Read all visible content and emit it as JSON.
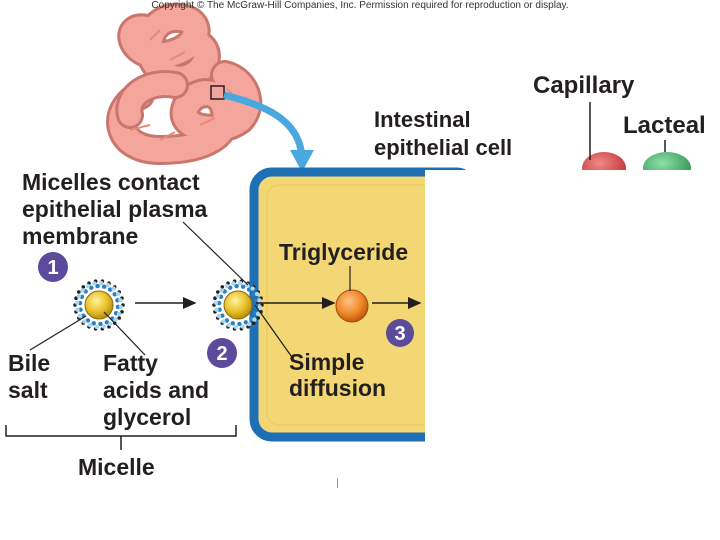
{
  "copyright": "Copyright © The McGraw-Hill Companies, Inc. Permission required for reproduction or display.",
  "labels": {
    "capillary": "Capillary",
    "lacteal": "Lacteal",
    "intestinal_epithelial_cell_line1": "Intestinal",
    "intestinal_epithelial_cell_line2": "epithelial cell",
    "micelles_contact_line1": "Micelles contact",
    "micelles_contact_line2": "epithelial plasma",
    "micelles_contact_line3": "membrane",
    "triglyceride": "Triglyceride",
    "simple_diffusion_line1": "Simple",
    "simple_diffusion_line2": "diffusion",
    "bile_salt_line1": "Bile",
    "bile_salt_line2": "salt",
    "fatty_acids_line1": "Fatty",
    "fatty_acids_line2": "acids and",
    "fatty_acids_line3": "glycerol",
    "micelle": "Micelle"
  },
  "steps": [
    "1",
    "2",
    "3"
  ],
  "colors": {
    "cell_fill": "#f2d774",
    "cell_border": "#1f6fb5",
    "badge": "#5b4b9a",
    "micelle_core": "#e8c22a",
    "triglyceride": "#f08a2c",
    "intestine": "#f4a59c",
    "capillary": "#d64a4a",
    "lacteal": "#4cae6a",
    "arrow_blue": "#4aa8e0"
  }
}
